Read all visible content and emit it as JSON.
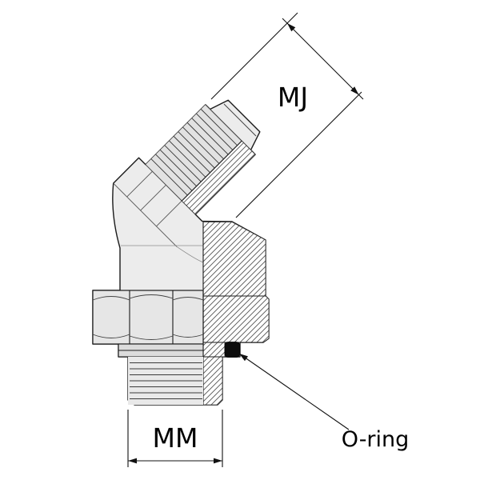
{
  "diagram": {
    "labels": {
      "top_thread": "MJ",
      "bottom_thread": "MM",
      "oring": "O-ring"
    },
    "colors": {
      "line": "#1a1a1a",
      "body_fill": "#ececec",
      "thread_fill": "#e2e2e2",
      "hatch": "#555555",
      "oring_fill": "#0d0d0d",
      "background": "#ffffff"
    }
  }
}
